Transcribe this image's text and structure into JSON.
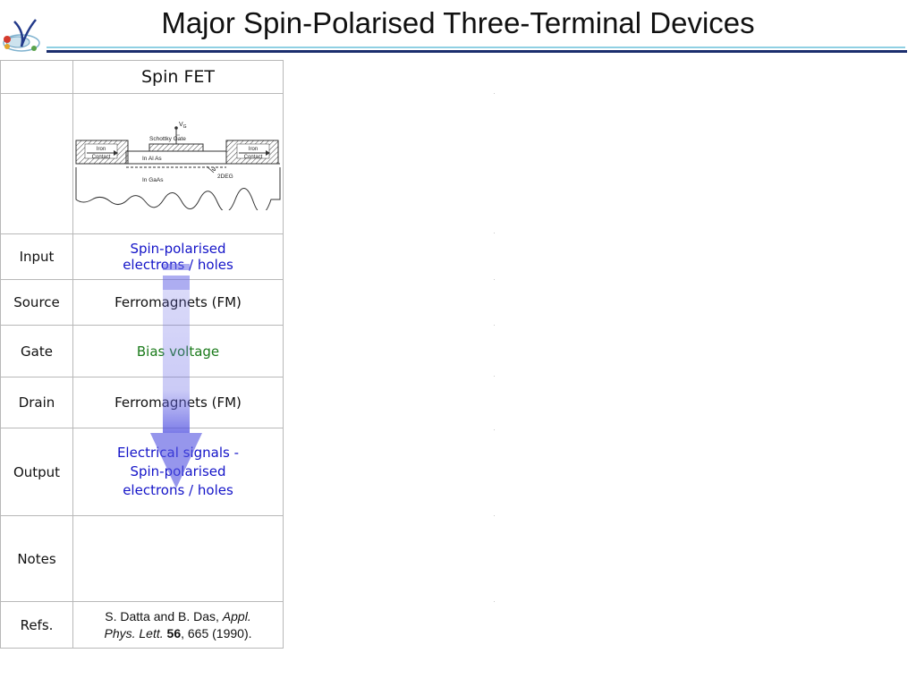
{
  "slide": {
    "title": "Major Spin-Polarised Three-Terminal Devices"
  },
  "table": {
    "header": "Spin FET",
    "diagram": {
      "gate_symbol": "V",
      "gate_sub": "G",
      "schottky_gate": "Schottky Gate",
      "iron": "Iron",
      "contact": "Contact",
      "barrier": "In Al As",
      "channel": "2DEG",
      "substrate": "In GaAs"
    },
    "rows": [
      {
        "label": "Input",
        "value_line1": "Spin-polarised",
        "value_line2": "electrons / holes"
      },
      {
        "label": "Source",
        "value": "Ferromagnets (FM)"
      },
      {
        "label": "Gate",
        "value": "Bias voltage"
      },
      {
        "label": "Drain",
        "value": "Ferromagnets (FM)"
      },
      {
        "label": "Output",
        "value_line1": "Electrical signals -",
        "value_line2": "Spin-polarised",
        "value_line3": "electrons / holes"
      },
      {
        "label": "Notes",
        "value": ""
      },
      {
        "label": "Refs.",
        "authors": "S. Datta and B. Das, ",
        "journal_1": "Appl.",
        "journal_2": "Phys. Lett.",
        "volume": "56",
        "pages": ", 665 (1990)."
      }
    ]
  },
  "colors": {
    "accent_blue": "#1414c8",
    "accent_green": "#1a7a1a",
    "rule_light": "#8fd0e3",
    "rule_dark": "#1b2e6e"
  }
}
